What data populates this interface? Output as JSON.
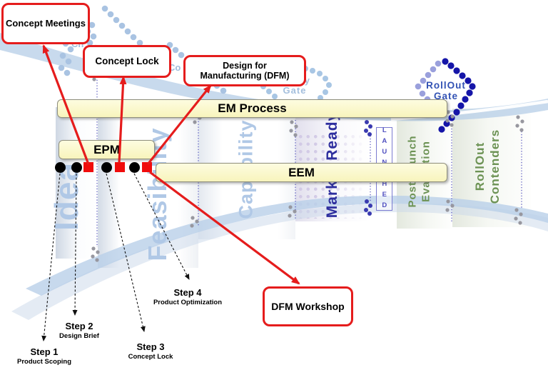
{
  "callouts": {
    "concept_meetings": "Concept Meetings",
    "concept_lock": "Concept Lock",
    "dfm_line1": "Design for",
    "dfm_line2": "Manufacturing (DFM)",
    "dfm_workshop": "DFM Workshop"
  },
  "bars": {
    "em_process": "EM Process",
    "epm": "EPM",
    "eem": "EEM"
  },
  "phases": {
    "idea": "Idea",
    "feasibility": "Feasibility",
    "capability": "Capability",
    "market_ready": "Market Ready",
    "launched": "LAUNCHED",
    "post_launch_line1": "Post Launch",
    "post_launch_line2": "Evaluation",
    "rollout_line1": "RollOut",
    "rollout_line2": "Contenders"
  },
  "gates": {
    "charter_fragment": "Ch",
    "concept_fragment": "Co",
    "ready_gate_line1": "Ready",
    "ready_gate_line2": "Gate",
    "rollout_gate_line1": "RollOut",
    "rollout_gate_line2": "Gate"
  },
  "steps": [
    {
      "title": "Step 1",
      "subtitle": "Product Scoping"
    },
    {
      "title": "Step 2",
      "subtitle": "Design Brief"
    },
    {
      "title": "Step 3",
      "subtitle": "Concept Lock"
    },
    {
      "title": "Step 4",
      "subtitle": "Product Optimization"
    }
  ],
  "colors": {
    "callout_red": "#e51c1c",
    "bar_yellow": "#fbf8cd",
    "marker_red": "#f00c0c",
    "marker_black": "#000000",
    "phase_light_blue": "#b0c8e6",
    "phase_navy": "#2e2e9e",
    "phase_green": "#6d9355",
    "launched_indigo": "#5050c0",
    "gate_label_blue": "#3252b4",
    "gate_label_faded": "#a4bfdd",
    "swoosh_blue": "#b9cfe8"
  }
}
